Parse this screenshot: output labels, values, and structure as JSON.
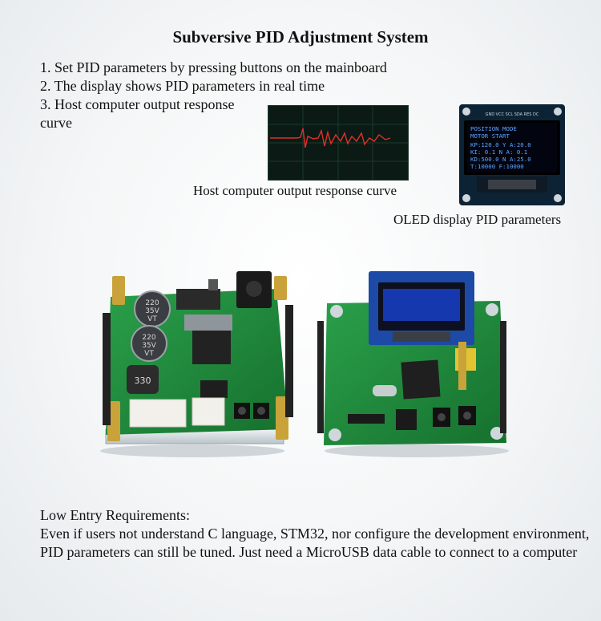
{
  "title": "Subversive PID Adjustment System",
  "steps": [
    "1. Set PID parameters by pressing buttons on the mainboard",
    "2. The display shows PID parameters in real time",
    "3. Host computer output response curve"
  ],
  "captions": {
    "scope": "Host computer output response curve",
    "oled": "OLED display PID parameters"
  },
  "oled_screen": {
    "line1": "POSITION MODE",
    "line2": "MOTOR START",
    "line3": "KP:120.0  Y A:20.0",
    "line4": "KI: 0.1  N A: 0.1",
    "line5": "KD:500.0  N A:25.0",
    "line6": "T:10000      F:10000"
  },
  "oled_pins": "GND VCC SCL SDA RES DC",
  "board_labels": {
    "cap1": "220",
    "cap1b": "35V",
    "cap1c": "VT",
    "inductor": "330"
  },
  "low_entry": {
    "heading": "Low Entry Requirements:",
    "body": "Even if users not understand C language, STM32, nor configure the development environment, PID parameters can still be tuned. Just need a MicroUSB data cable to connect to a computer"
  },
  "colors": {
    "pcb_green": "#1f8a3a",
    "oled_blue": "#1740c8",
    "scope_curve": "#e0302a"
  }
}
